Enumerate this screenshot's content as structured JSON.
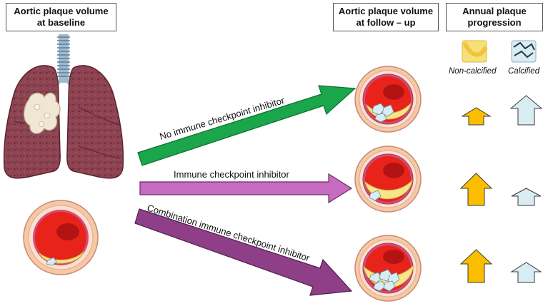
{
  "headers": {
    "baseline": [
      "Aortic plaque volume",
      "at baseline"
    ],
    "followup": [
      "Aortic plaque volume",
      "at follow – up"
    ],
    "progression": [
      "Annual plaque",
      "progression"
    ]
  },
  "legend": {
    "non_calcified": "Non-calcified",
    "calcified": "Calcified"
  },
  "arms": [
    {
      "label": "No immune checkpoint inhibitor",
      "arrow_color": "#1aa64a",
      "non_calcified_progression": "low",
      "calcified_progression": "high"
    },
    {
      "label": "Immune checkpoint inhibitor",
      "arrow_color": "#c76bc0",
      "non_calcified_progression": "high",
      "calcified_progression": "low"
    },
    {
      "label": "Combination immune checkpoint inhibitor",
      "arrow_color": "#8e3f88",
      "non_calcified_progression": "high",
      "calcified_progression": "low"
    }
  ],
  "colors": {
    "non_calcified_arrow": "#fbbd00",
    "calcified_arrow": "#d8ecf4",
    "vessel_outer": "#f4c8a8",
    "lumen": "#e8241a",
    "plaque": "#f6e58a",
    "lung": "#8e4452"
  }
}
